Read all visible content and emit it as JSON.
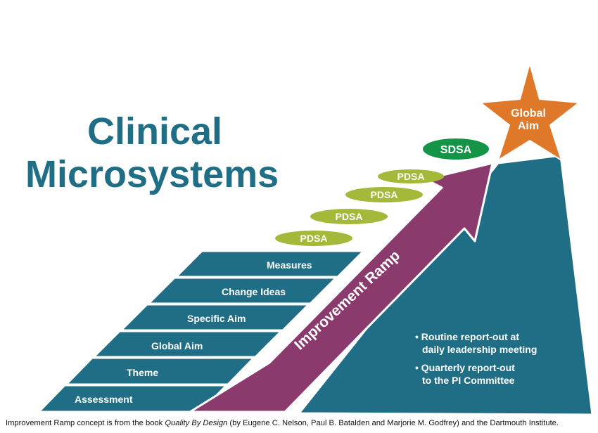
{
  "title": {
    "line1": "Clinical",
    "line2": "Microsystems"
  },
  "steps": [
    "Assessment",
    "Theme",
    "Global Aim",
    "Specific Aim",
    "Change Ideas",
    "Measures"
  ],
  "cycles": [
    "PDSA",
    "PDSA",
    "PDSA",
    "PDSA",
    "SDSA"
  ],
  "star_label": {
    "line1": "Global",
    "line2": "Aim"
  },
  "ramp_label": "Improvement Ramp",
  "bullets": [
    {
      "line1": "• Routine report-out at",
      "line2": "daily leadership meeting"
    },
    {
      "line1": "• Quarterly report-out",
      "line2": "to the PI Committee"
    }
  ],
  "caption": {
    "prefix": "Improvement Ramp concept is from the book ",
    "book": "Quality By Design",
    "suffix": " (by Eugene C. Nelson, Paul B. Batalden and Marjorie M. Godfrey) and the Dartmouth Institute."
  },
  "colors": {
    "teal": "#1f6e86",
    "step_fill": "#1f6e86",
    "ramp": "#8a3a6d",
    "pdsa_oval": "#a4b83a",
    "sdsa_oval": "#139447",
    "star": "#e0782a"
  }
}
